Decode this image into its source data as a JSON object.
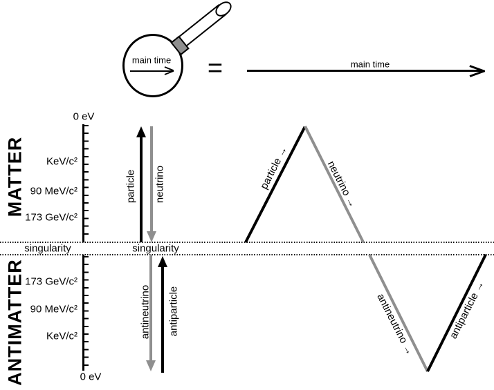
{
  "magnifier": {
    "lens_label": "main time"
  },
  "equals": "=",
  "timeline": {
    "label": "main time"
  },
  "matter_axis": {
    "top_origin": "0 eV",
    "matter_label": "MATTER",
    "upper_scale": [
      "KeV/c²",
      "90 MeV/c²",
      "173 GeV/c²"
    ],
    "antimatter_label": "ANTIMATTER",
    "lower_scale": [
      "173 GeV/c²",
      "90 MeV/c²",
      "KeV/c²"
    ],
    "bottom_origin": "0 eV"
  },
  "singularity": {
    "axis_label": "singularity",
    "detail_label": "singularity"
  },
  "detail_view": {
    "particle": "particle",
    "neutrino": "neutrino",
    "antineutrino": "antineutrino",
    "antiparticle": "antiparticle"
  },
  "worldline_view": {
    "particle": "particle →",
    "neutrino": "neutrino →",
    "antineutrino": "antineutrino →",
    "antiparticle": "antiparticle →"
  },
  "colors": {
    "ink": "#000000",
    "gray": "#8f8f8f"
  }
}
